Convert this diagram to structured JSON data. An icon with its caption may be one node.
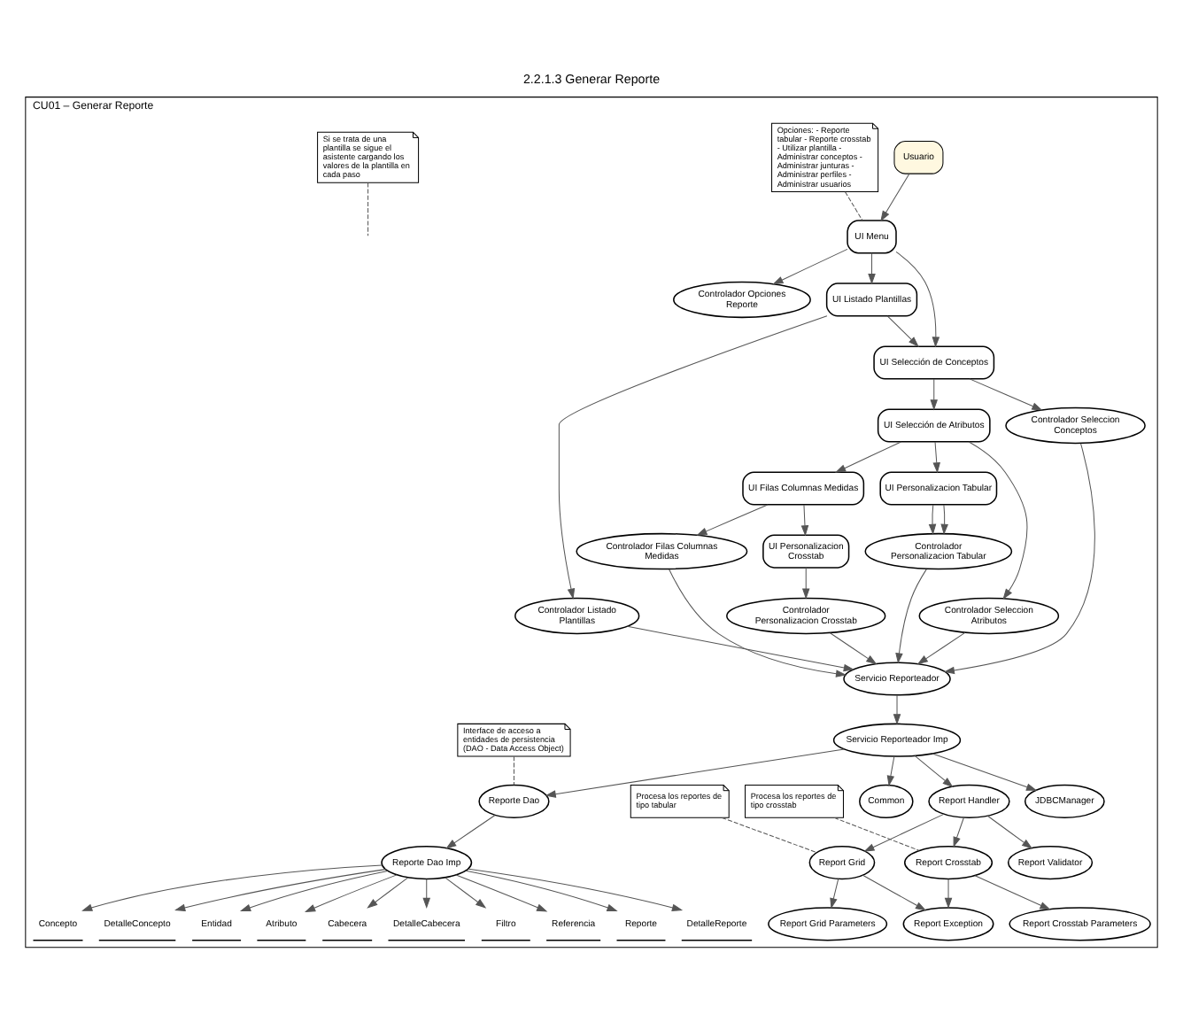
{
  "diagram": {
    "title": "2.2.1.3 Generar Reporte",
    "nodes": [
      {
        "text": [
          "CU01 – Generar Reporte"
        ]
      },
      {
        "text": [
          "Usuario"
        ],
        "in": 0
      },
      {
        "text": [
          "UI Menu"
        ],
        "in": 0
      },
      {
        "text": [
          "Controlador Opciones Reporte"
        ],
        "in": 0
      },
      {
        "text": [
          "Opciones: - Reporte tabular - Reporte crosstab - Utilizar plantilla - Administrar conceptos - Administrar junturas - Administrar perfiles - Administrar usuarios"
        ],
        "in": 0
      },
      {
        "text": [
          "UI Listado Plantillas"
        ],
        "in": 0
      },
      {
        "text": [
          "Controlador Listado Plantillas"
        ],
        "in": 0
      },
      {
        "text": [
          "Si se trata de una plantilla se sigue el asistente cargando los valores de la plantilla en cada paso"
        ],
        "in": 0
      },
      {
        "text": [
          "UI Selección de Conceptos"
        ],
        "in": 0
      },
      {
        "text": [
          "Controlador Seleccion Conceptos"
        ],
        "in": 0
      },
      {
        "text": [
          "UI Selección de Atributos"
        ],
        "in": 0
      },
      {
        "text": [
          "Controlador Seleccion Atributos"
        ],
        "in": 0
      },
      {
        "text": [
          "Servicio Reporteador"
        ],
        "in": 0
      },
      {
        "text": [
          "Interface de acceso a entidades de persistencia (DAO - Data Access Object)"
        ],
        "in": 0
      },
      {
        "text": [
          "Reporte Dao"
        ],
        "in": 0
      },
      {
        "text": [
          "UI Filas Columnas Medidas"
        ],
        "in": 0
      },
      {
        "text": [
          "Controlador Filas Columnas Medidas"
        ],
        "in": 0
      },
      {
        "text": [
          "UI Personalizacion Tabular"
        ],
        "in": 0
      },
      {
        "text": [
          "UI Personalizacion Crosstab"
        ],
        "in": 0
      },
      {
        "text": [
          "Controlador Personalizacion Crosstab"
        ],
        "in": 0
      },
      {
        "text": [
          "Servicio Reporteador Imp"
        ],
        "in": 0
      },
      {
        "text": [
          "Reporte Dao Imp"
        ],
        "in": 0
      },
      {
        "text": [
          "Common"
        ],
        "in": 0
      },
      {
        "text": [
          "Report Handler"
        ],
        "in": 0
      },
      {
        "text": [
          "JDBCManager"
        ],
        "in": 0
      },
      {
        "text": [
          "Procesa los reportes de tipo crosstab"
        ],
        "in": 0
      },
      {
        "text": [
          "Report Crosstab"
        ],
        "in": 0
      },
      {
        "text": [
          "Report Validator"
        ],
        "in": 0
      },
      {
        "text": [
          "Report Grid"
        ],
        "in": 0
      },
      {
        "text": [
          "Procesa los reportes de tipo tabular"
        ],
        "in": 0
      },
      {
        "text": [
          "Report Crosstab Parameters"
        ],
        "in": 0
      },
      {
        "text": [
          "Report Exception"
        ],
        "in": 0
      },
      {
        "text": [
          "Report Grid Parameters"
        ],
        "in": 0
      },
      {
        "text": [
          "Controlador Personalizacion Tabular"
        ],
        "in": 0
      },
      {
        "text": [
          "Reporte"
        ],
        "in": 0
      },
      {
        "text": [
          "DetalleReporte"
        ],
        "in": 0
      },
      {
        "text": [
          "Concepto"
        ],
        "in": 0
      },
      {
        "text": [
          "DetalleConcepto"
        ],
        "in": 0
      },
      {
        "text": [
          "Entidad"
        ],
        "in": 0
      },
      {
        "text": [
          "Atributo"
        ],
        "in": 0
      },
      {
        "text": [
          "Cabecera"
        ],
        "in": 0
      },
      {
        "text": [
          "DetalleCabecera"
        ],
        "in": 0
      },
      {
        "text": [
          "Filtro"
        ],
        "in": 0
      },
      {
        "text": [
          "Referencia"
        ],
        "in": 0
      }
    ],
    "edges": [
      {
        "from": 1,
        "to": 2,
        "arrow": "to"
      },
      {
        "from": 2,
        "to": 3,
        "arrow": "to"
      },
      {
        "from": 2,
        "to": 5,
        "arrow": "to"
      },
      {
        "from": 2,
        "to": 8,
        "arrow": "to"
      },
      {
        "from": 4,
        "to": 2,
        "arrow": "none",
        "style": "dashed"
      },
      {
        "from": 5,
        "to": 6,
        "arrow": "to"
      },
      {
        "from": 5,
        "to": 8,
        "arrow": "to"
      },
      {
        "from": 7,
        "to": null,
        "arrow": "none",
        "style": "dashed"
      },
      {
        "from": 8,
        "to": 9,
        "arrow": "to"
      },
      {
        "from": 8,
        "to": 10,
        "arrow": "to"
      },
      {
        "from": 6,
        "to": 12,
        "arrow": "to"
      },
      {
        "from": 9,
        "to": 12,
        "arrow": "to"
      },
      {
        "from": 10,
        "to": 11,
        "arrow": "to"
      },
      {
        "from": 11,
        "to": 12,
        "arrow": "to"
      },
      {
        "from": 10,
        "to": 15,
        "arrow": "to"
      },
      {
        "from": 15,
        "to": 16,
        "arrow": "to"
      },
      {
        "from": 15,
        "to": 18,
        "arrow": "to"
      },
      {
        "from": 16,
        "to": 12,
        "arrow": "to"
      },
      {
        "from": 10,
        "to": 17,
        "arrow": "to"
      },
      {
        "from": 18,
        "to": 19,
        "arrow": "to"
      },
      {
        "from": 19,
        "to": 12,
        "arrow": "to"
      },
      {
        "from": 17,
        "to": 33,
        "arrow": "to"
      },
      {
        "from": 17,
        "to": 33,
        "arrow": "to"
      },
      {
        "from": 33,
        "to": 12,
        "arrow": "to"
      },
      {
        "from": 12,
        "to": 20,
        "arrow": "to"
      },
      {
        "from": 20,
        "to": 14,
        "arrow": "to"
      },
      {
        "from": 13,
        "to": 14,
        "arrow": "none",
        "style": "dashed"
      },
      {
        "from": 14,
        "to": 21,
        "arrow": "to"
      },
      {
        "from": 21,
        "to": 34,
        "arrow": "to"
      },
      {
        "from": 21,
        "to": 35,
        "arrow": "to"
      },
      {
        "from": 21,
        "to": 36,
        "arrow": "to"
      },
      {
        "from": 21,
        "to": 37,
        "arrow": "to"
      },
      {
        "from": 21,
        "to": 38,
        "arrow": "to"
      },
      {
        "from": 21,
        "to": 39,
        "arrow": "to"
      },
      {
        "from": 21,
        "to": 40,
        "arrow": "to"
      },
      {
        "from": 21,
        "to": 41,
        "arrow": "to"
      },
      {
        "from": 21,
        "to": 42,
        "arrow": "to"
      },
      {
        "from": 21,
        "to": 43,
        "arrow": "to"
      },
      {
        "from": 20,
        "to": 22,
        "arrow": "to"
      },
      {
        "from": 20,
        "to": 23,
        "arrow": "to"
      },
      {
        "from": 20,
        "to": 24,
        "arrow": "to"
      },
      {
        "from": 23,
        "to": 26,
        "arrow": "to"
      },
      {
        "from": 23,
        "to": 27,
        "arrow": "to"
      },
      {
        "from": 23,
        "to": 28,
        "arrow": "to"
      },
      {
        "from": 25,
        "to": 26,
        "arrow": "none",
        "style": "dashed"
      },
      {
        "from": 29,
        "to": 28,
        "arrow": "none",
        "style": "dashed"
      },
      {
        "from": 26,
        "to": 30,
        "arrow": "to"
      },
      {
        "from": 26,
        "to": 31,
        "arrow": "to"
      },
      {
        "from": 28,
        "to": 31,
        "arrow": "to"
      },
      {
        "from": 28,
        "to": 32,
        "arrow": "to"
      }
    ]
  }
}
